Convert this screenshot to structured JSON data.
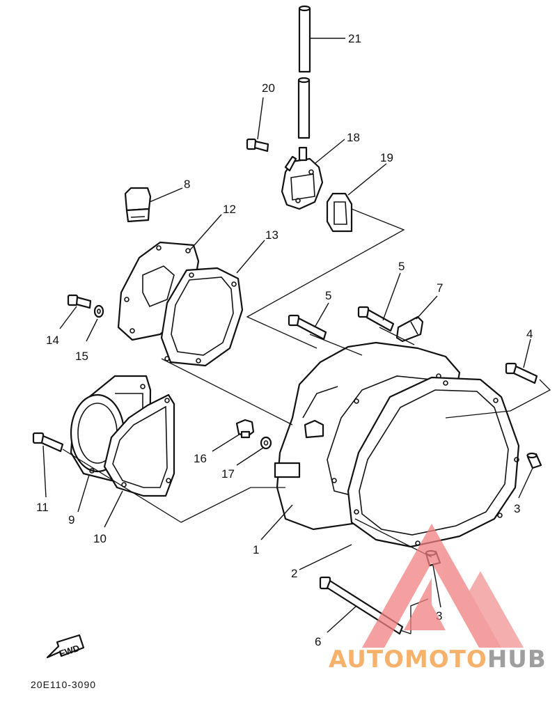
{
  "callouts": [
    {
      "id": "c1",
      "text": "1"
    },
    {
      "id": "c2",
      "text": "2"
    },
    {
      "id": "c3a",
      "text": "3"
    },
    {
      "id": "c3b",
      "text": "3"
    },
    {
      "id": "c4",
      "text": "4"
    },
    {
      "id": "c5a",
      "text": "5"
    },
    {
      "id": "c5b",
      "text": "5"
    },
    {
      "id": "c6",
      "text": "6"
    },
    {
      "id": "c7",
      "text": "7"
    },
    {
      "id": "c8",
      "text": "8"
    },
    {
      "id": "c9",
      "text": "9"
    },
    {
      "id": "c10",
      "text": "10"
    },
    {
      "id": "c11",
      "text": "11"
    },
    {
      "id": "c12",
      "text": "12"
    },
    {
      "id": "c13",
      "text": "13"
    },
    {
      "id": "c14",
      "text": "14"
    },
    {
      "id": "c15",
      "text": "15"
    },
    {
      "id": "c16",
      "text": "16"
    },
    {
      "id": "c17",
      "text": "17"
    },
    {
      "id": "c18",
      "text": "18"
    },
    {
      "id": "c19",
      "text": "19"
    },
    {
      "id": "c20",
      "text": "20"
    },
    {
      "id": "c21",
      "text": "21"
    }
  ],
  "fwd_label": "FWD",
  "diagram_code": "20E110-3090",
  "watermark": {
    "part1": "AUTOMOTO",
    "part2": "HUB",
    "color1": "#f6b26b",
    "color2": "#9e9e9e",
    "logo_color": "#f08080"
  }
}
